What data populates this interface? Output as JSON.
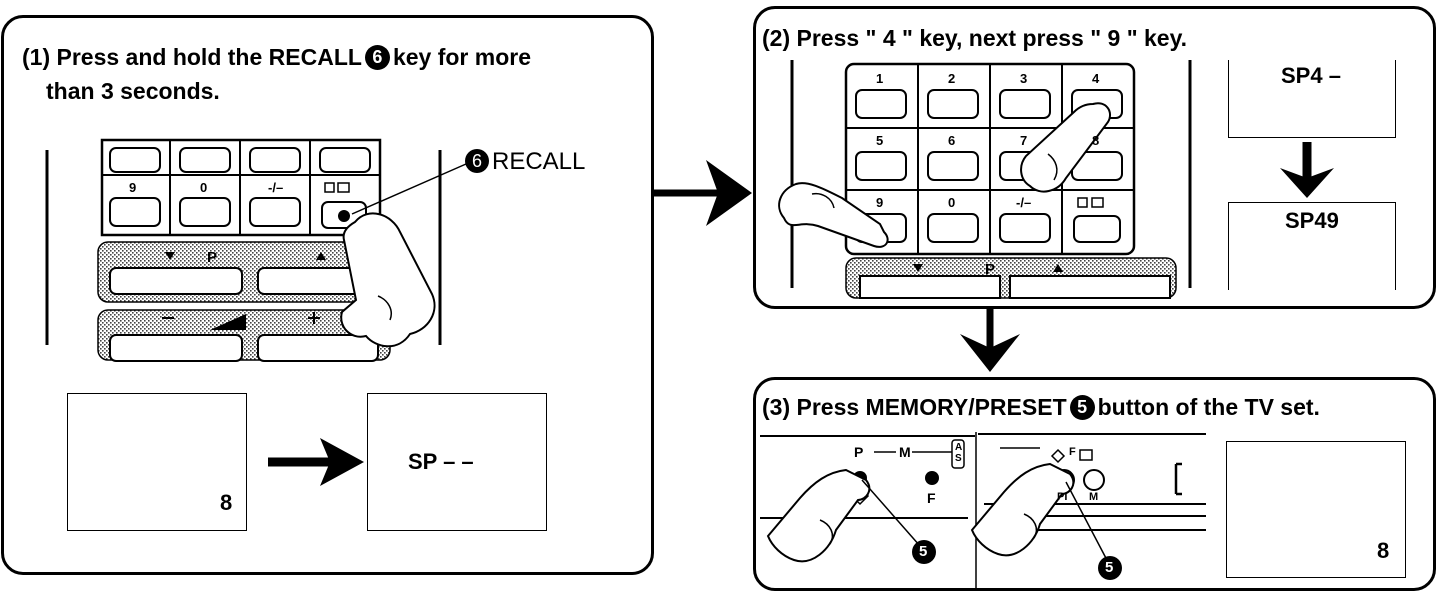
{
  "step1": {
    "title_pre": "(1) Press and hold the RECALL",
    "title_badge": "6",
    "title_post": "key for more",
    "title_line2": "than 3 seconds.",
    "recall_badge": "6",
    "recall_label": "RECALL",
    "keys": [
      "9",
      "0",
      "-/–"
    ],
    "p_label": "P",
    "screen_before": "8",
    "screen_after": "SP – –"
  },
  "step2": {
    "title": "(2) Press \" 4 \" key, next press \" 9 \" key.",
    "keys_row1": [
      "1",
      "2",
      "3",
      "4"
    ],
    "keys_row2": [
      "5",
      "6",
      "7",
      "8"
    ],
    "keys_row3": [
      "9",
      "0",
      "-/–"
    ],
    "p_label": "P",
    "screen_1": "SP4 –",
    "screen_2": "SP49"
  },
  "step3": {
    "title_pre": "(3) Press MEMORY/PRESET",
    "title_badge": "5",
    "title_post": "button of the TV set.",
    "p_label": "P",
    "m_label": "M",
    "as_label": "A S",
    "f_label": "F",
    "f_label2": "F",
    "pi_label": "PI",
    "m_label2": "M",
    "callout_badge": "5",
    "screen": "8"
  }
}
